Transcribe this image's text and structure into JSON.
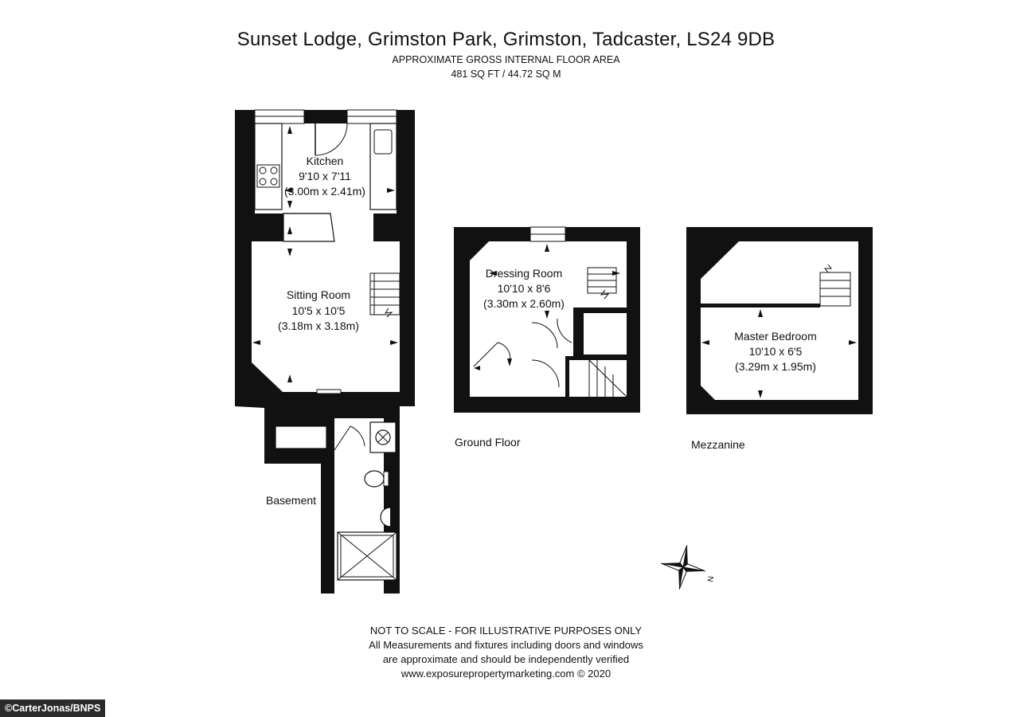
{
  "header": {
    "title": "Sunset Lodge, Grimston Park, Grimston, Tadcaster, LS24 9DB",
    "area_caption": "APPROXIMATE GROSS INTERNAL FLOOR AREA",
    "area_value": "481 SQ FT / 44.72 SQ M"
  },
  "floors": {
    "basement": "Basement",
    "ground": "Ground Floor",
    "mezzanine": "Mezzanine"
  },
  "rooms": {
    "kitchen": {
      "name": "Kitchen",
      "imperial": "9'10 x 7'11",
      "metric": "(3.00m x 2.41m)"
    },
    "sitting": {
      "name": "Sitting Room",
      "imperial": "10'5 x 10'5",
      "metric": "(3.18m x 3.18m)"
    },
    "dressing": {
      "name": "Dressing Room",
      "imperial": "10'10 x 8'6",
      "metric": "(3.30m x 2.60m)"
    },
    "bedroom": {
      "name": "Master Bedroom",
      "imperial": "10'10 x 6'5",
      "metric": "(3.29m x 1.95m)"
    }
  },
  "compass": {
    "label": "N"
  },
  "footer": {
    "line1": "NOT TO SCALE - FOR ILLUSTRATIVE PURPOSES ONLY",
    "line2": "All Measurements and fixtures including doors and windows",
    "line3": "are approximate and should be independently verified",
    "line4": "www.exposurepropertymarketing.com © 2020"
  },
  "credit": "©CarterJonas/BNPS",
  "colors": {
    "wall": "#111111",
    "background": "#ffffff",
    "credit_bg": "#2b2b2b"
  }
}
